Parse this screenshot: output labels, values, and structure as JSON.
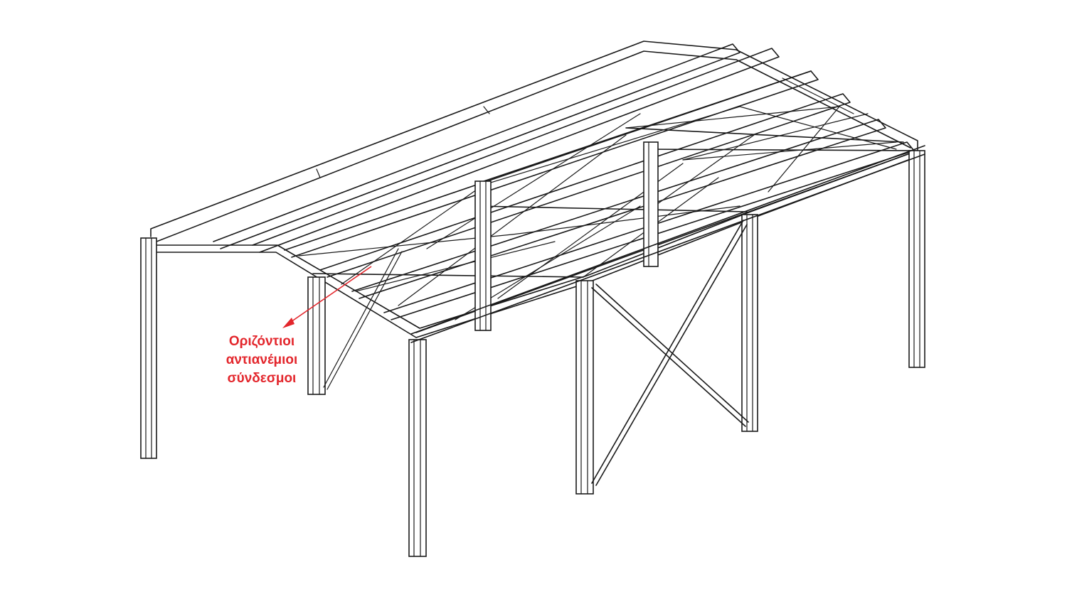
{
  "colors": {
    "linework": "#1a1a1a",
    "callout": "#e3262c",
    "background": "#ffffff"
  },
  "callout": {
    "lines": [
      "Οριζόντιοι",
      "αντιανέμιοι",
      "σύνδεσμοι"
    ]
  }
}
